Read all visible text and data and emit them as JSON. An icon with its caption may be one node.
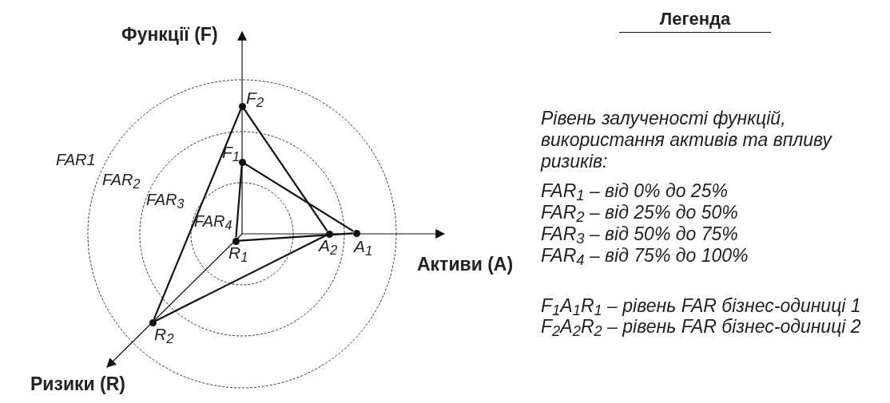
{
  "diagram": {
    "nodes": [
      {
        "text": [
          "F$_{2}$"
        ]
      },
      {
        "text": [
          "F$_{1}$"
        ]
      },
      {
        "text": [
          "A$_{2}$"
        ]
      },
      {
        "text": [
          "A$_{1}$"
        ]
      },
      {
        "text": [
          "R$_{1}$"
        ]
      },
      {
        "text": [
          "R$_{2}$"
        ]
      }
    ],
    "edges": [
      {
        "from": 1,
        "to": 3,
        "arrow": "none"
      },
      {
        "from": 3,
        "to": 4,
        "arrow": "none"
      },
      {
        "from": 4,
        "to": 1,
        "arrow": "none"
      },
      {
        "from": 0,
        "to": 2,
        "arrow": "none"
      },
      {
        "from": 2,
        "to": 5,
        "arrow": "none"
      },
      {
        "from": 5,
        "to": 0,
        "arrow": "none"
      }
    ],
    "labels": [
      "Функції (F)",
      "Легенда",
      "FAR1",
      "FAR$_{2}$",
      "FAR$_{3}$",
      "FAR$_{4}$",
      "Рівень залученості функцій, використання активів та впливу ризиків:",
      "FAR$_{1}$ – від 0% до 25%",
      "FAR$_{2}$ – від 25% до 50%",
      "FAR$_{3}$ – від 50% до 75%",
      "FAR$_{4}$ – від 75% до 100%",
      "Активи (A)",
      "F$_{1}$A$_{1}$R$_{1}$ – рівень FAR бізнес-одиниці 1",
      "F$_{2}$A$_{2}$R$_{2}$ – рівень FAR бізнес-одиниці 2",
      "Ризики (R)"
    ]
  }
}
